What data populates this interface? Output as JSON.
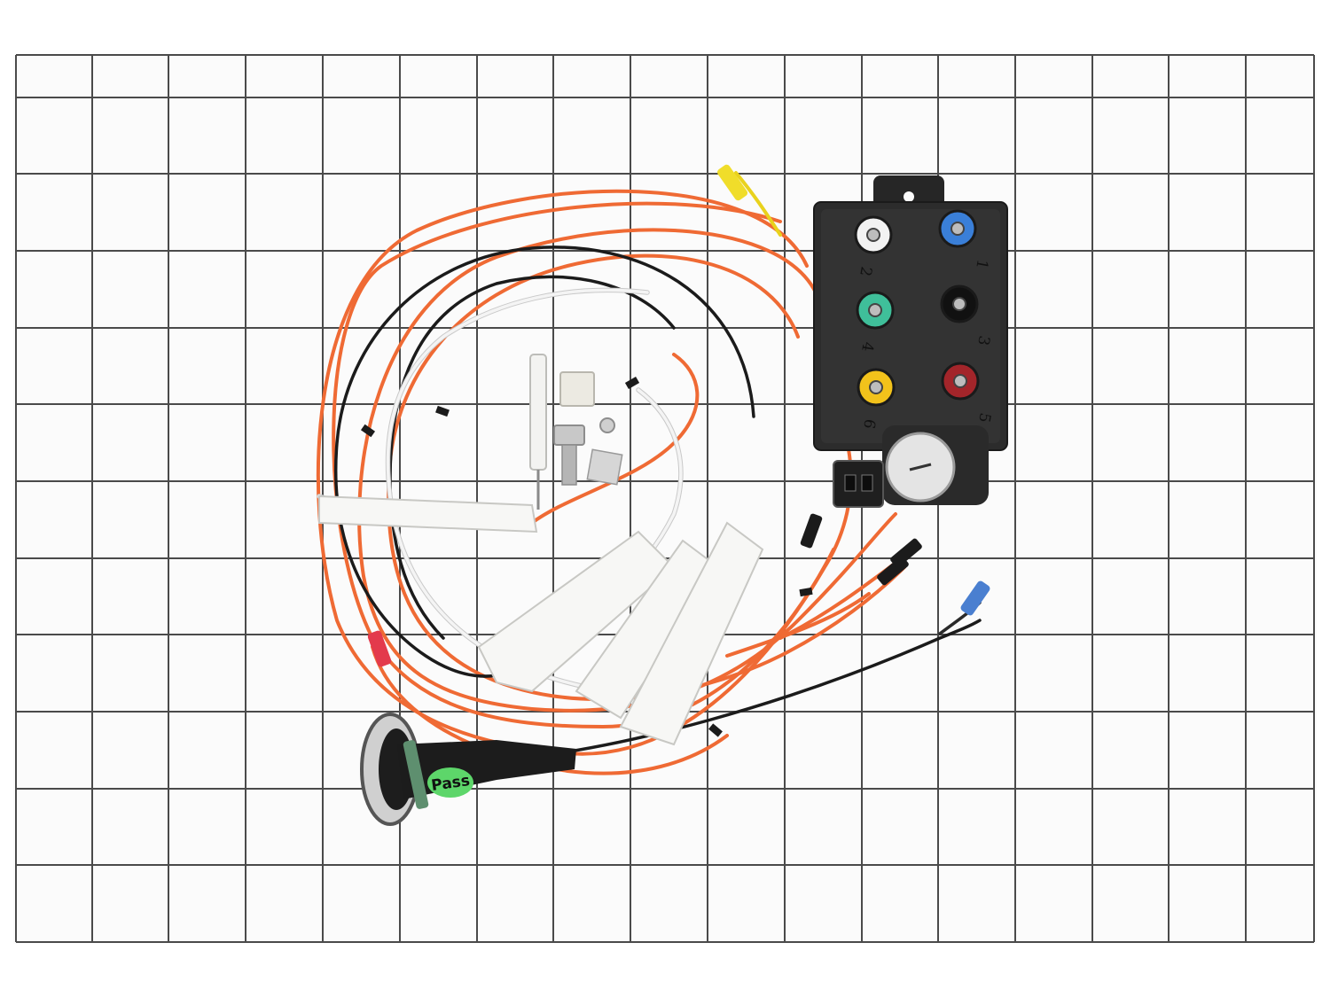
{
  "module": {
    "ports": [
      {
        "label": "1",
        "color": "#3a7fd8"
      },
      {
        "label": "2",
        "color": "#f2f2f2"
      },
      {
        "label": "3",
        "color": "#111111"
      },
      {
        "label": "4",
        "color": "#3fbf9a"
      },
      {
        "label": "5",
        "color": "#a3252a"
      },
      {
        "label": "6",
        "color": "#f2c21b"
      }
    ]
  },
  "badge": {
    "text": "Pass",
    "color": "#5dd66a"
  },
  "colors": {
    "background": "#ffffff",
    "grid": "#4a4a4a",
    "wire_orange": "#ef6a34",
    "wire_black": "#1b1b1b",
    "module_body": "#2c2c2c"
  }
}
